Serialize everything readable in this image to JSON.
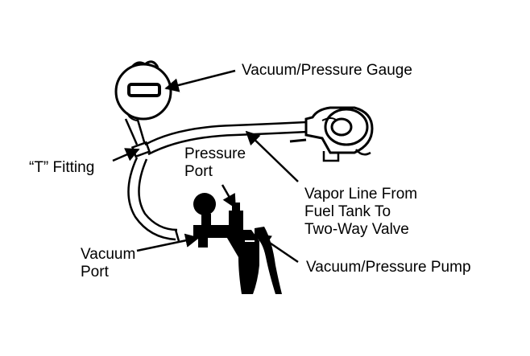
{
  "diagram": {
    "labels": {
      "gauge": "Vacuum/Pressure Gauge",
      "t_fitting": "“T” Fitting",
      "pressure_port": [
        "Pressure",
        "Port"
      ],
      "vapor_line": [
        "Vapor Line From",
        "Fuel Tank To",
        "Two-Way Valve"
      ],
      "vacuum_port": [
        "Vacuum",
        "Port"
      ],
      "pump": "Vacuum/Pressure Pump"
    },
    "colors": {
      "ink": "#000000",
      "paper": "#ffffff"
    }
  }
}
